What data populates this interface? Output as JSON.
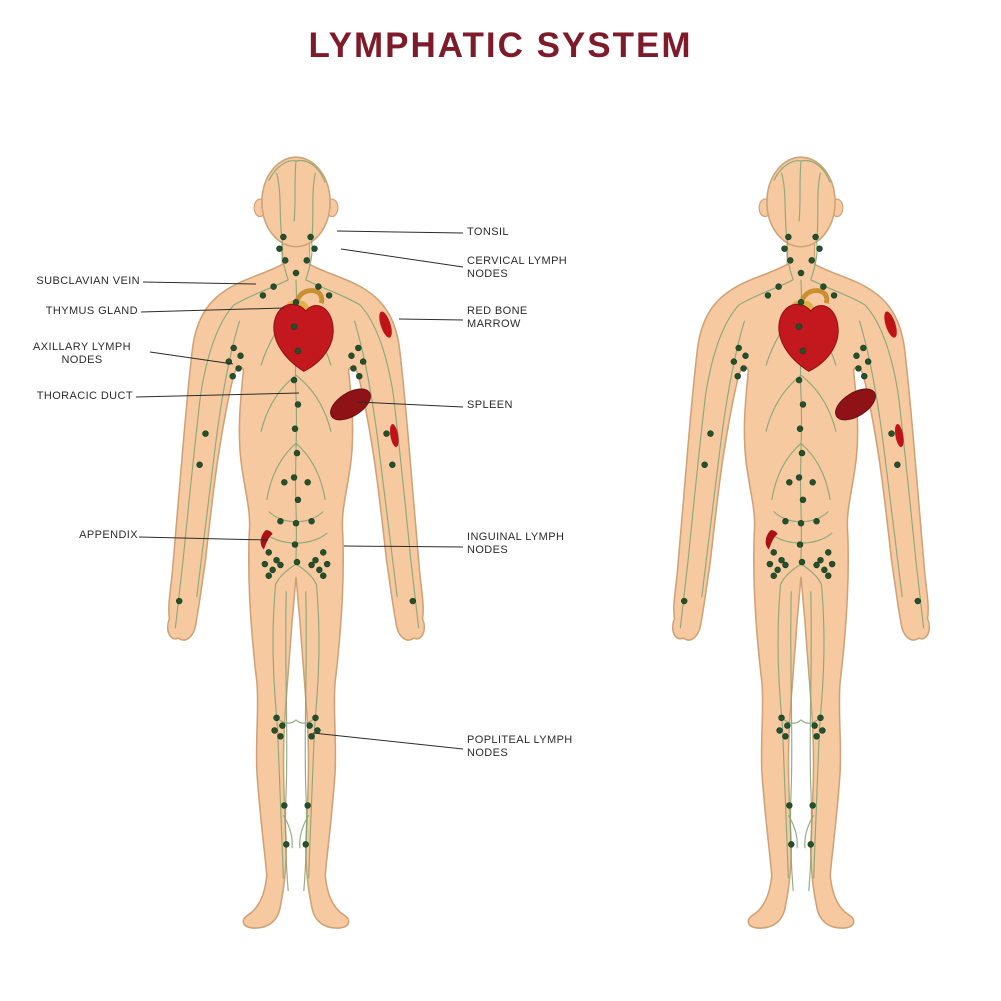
{
  "title": "LYMPHATIC SYSTEM",
  "colors": {
    "title": "#7e1b2a",
    "skin": "#f6c9a0",
    "body_outline": "#cfa276",
    "vessel_green": "#84a676",
    "lymph_node_green": "#24512b",
    "organ_red": "#c3181d",
    "spleen_red": "#8e1216",
    "label_text": "#2b2b2b"
  },
  "figures": {
    "front_view": "human body anterior view with lymphatic vessels, lymph nodes and organs",
    "back_view": "human body posterior view with lymphatic vessels, lymph nodes and organs"
  },
  "labels_left": [
    {
      "id": "subclavian-vein",
      "text": "SUBCLAVIAN VEIN"
    },
    {
      "id": "thymus-gland",
      "text": "THYMUS GLAND"
    },
    {
      "id": "axillary-lymph-nodes",
      "text": "AXILLARY LYMPH\nNODES"
    },
    {
      "id": "thoracic-duct",
      "text": "THORACIC DUCT"
    },
    {
      "id": "appendix",
      "text": "APPENDIX"
    }
  ],
  "labels_right": [
    {
      "id": "tonsil",
      "text": "TONSIL"
    },
    {
      "id": "cervical-lymph-nodes",
      "text": "CERVICAL LYMPH\nNODES"
    },
    {
      "id": "red-bone-marrow",
      "text": "RED BONE\nMARROW"
    },
    {
      "id": "spleen",
      "text": "SPLEEN"
    },
    {
      "id": "inguinal-lymph-nodes",
      "text": "INGUINAL LYMPH\nNODES"
    },
    {
      "id": "popliteal-lymph-nodes",
      "text": "POPLITEAL LYMPH\nNODES"
    }
  ]
}
